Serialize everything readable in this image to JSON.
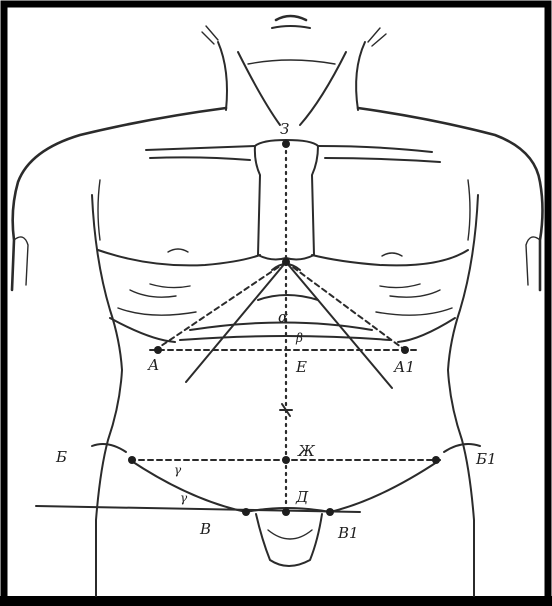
{
  "labels": {
    "z": "З",
    "alpha": "α",
    "beta": "β",
    "a": "А",
    "a1": "А1",
    "e": "Е",
    "b": "Б",
    "b1": "Б1",
    "zh": "Ж",
    "gamma1": "γ",
    "gamma2": "γ",
    "d": "Д",
    "v": "В",
    "v1": "В1"
  },
  "colors": {
    "background": "#ffffff",
    "frame": "#000000",
    "ink": "#2b2b2b"
  }
}
